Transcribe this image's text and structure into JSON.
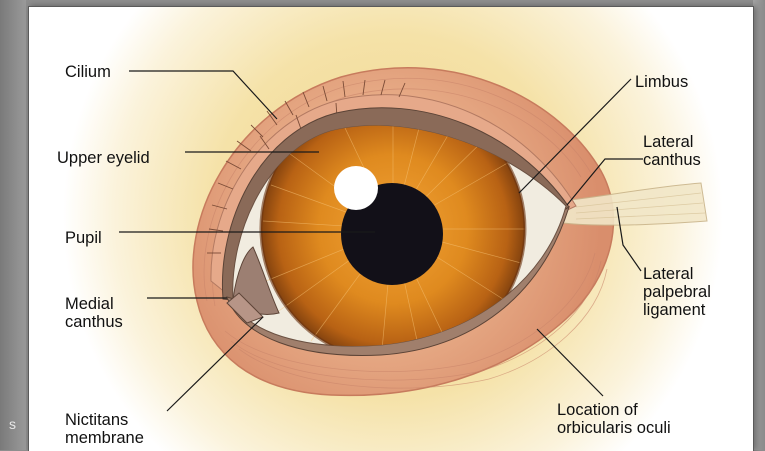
{
  "page_fragment": "s",
  "labels": {
    "cilium": "Cilium",
    "upper_eyelid": "Upper eyelid",
    "pupil": "Pupil",
    "medial_canthus": [
      "Medial",
      "canthus"
    ],
    "nictitans_membrane": [
      "Nictitans",
      "membrane"
    ],
    "limbus": "Limbus",
    "lateral_canthus": [
      "Lateral",
      "canthus"
    ],
    "lateral_palpebral_ligament": [
      "Lateral",
      "palpebral",
      "ligament"
    ],
    "orbicularis_oculi": [
      "Location of",
      "orbicularis oculi"
    ]
  },
  "colors": {
    "skin_glow": "#f3dc94",
    "orbicularis": "#e3a07f",
    "eyelid_rim": "#8f6f5c",
    "iris": "#d98a1e",
    "pupil": "#121018",
    "sclera": "#f2eee4"
  }
}
